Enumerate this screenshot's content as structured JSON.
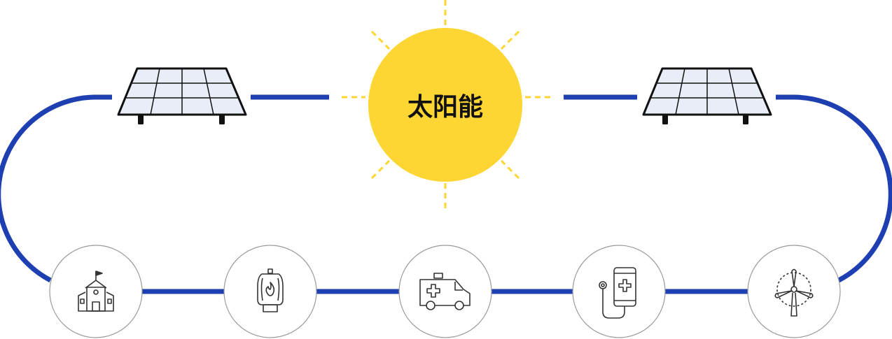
{
  "sun": {
    "label": "太阳能"
  },
  "colors": {
    "connector": "#1e3fb1",
    "sun_fill": "#fed633",
    "sun_ray": "#fed633",
    "panel_fill": "#e8edf7",
    "panel_stroke": "#111111",
    "node_border": "#9a9a9a",
    "icon_stroke": "#333333"
  },
  "panels": [
    {
      "name": "solar-panel-left",
      "icon": "solar-panel-icon"
    },
    {
      "name": "solar-panel-right",
      "icon": "solar-panel-icon"
    }
  ],
  "nodes": [
    {
      "icon": "school-building-icon"
    },
    {
      "icon": "gas-lantern-icon"
    },
    {
      "icon": "ambulance-icon"
    },
    {
      "icon": "mobile-health-stethoscope-icon"
    },
    {
      "icon": "wind-turbine-icon"
    }
  ]
}
